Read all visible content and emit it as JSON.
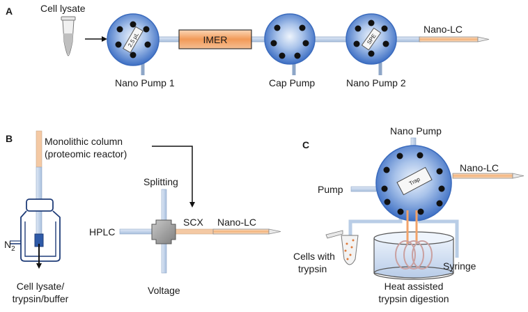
{
  "panels": {
    "a": "A",
    "b": "B",
    "c": "C"
  },
  "panel_a": {
    "cell_lysate": "Cell lysate",
    "imer": "IMER",
    "nano_lc": "Nano-LC",
    "nano_pump_1": "Nano Pump 1",
    "cap_pump": "Cap Pump",
    "nano_pump_2": "Nano Pump 2",
    "valve1_insert": "2.5 µL",
    "valve3_insert": "SPE"
  },
  "panel_b": {
    "column_line1": "Monolithic column",
    "column_line2": "(proteomic reactor)",
    "splitting": "Splitting",
    "hplc": "HPLC",
    "scx": "SCX",
    "nano_lc": "Nano-LC",
    "voltage": "Voltage",
    "n2": "N",
    "n2_sub": "2",
    "output_line1": "Cell lysate/",
    "output_line2": "trypsin/buffer"
  },
  "panel_c": {
    "nano_pump": "Nano Pump",
    "nano_lc": "Nano-LC",
    "pump": "Pump",
    "trap": "Trap",
    "cells_line1": "Cells with",
    "cells_line2": "trypsin",
    "syringe": "Syringe",
    "heat_line1": "Heat assisted",
    "heat_line2": "trypsin digestion"
  },
  "colors": {
    "valve_center": "#e8f0fb",
    "valve_edge": "#3f73c9",
    "tube_blue": "#b9cde6",
    "tube_orange": "#f2b27a",
    "imer_fill": "#f3a86c",
    "port": "#111111"
  }
}
